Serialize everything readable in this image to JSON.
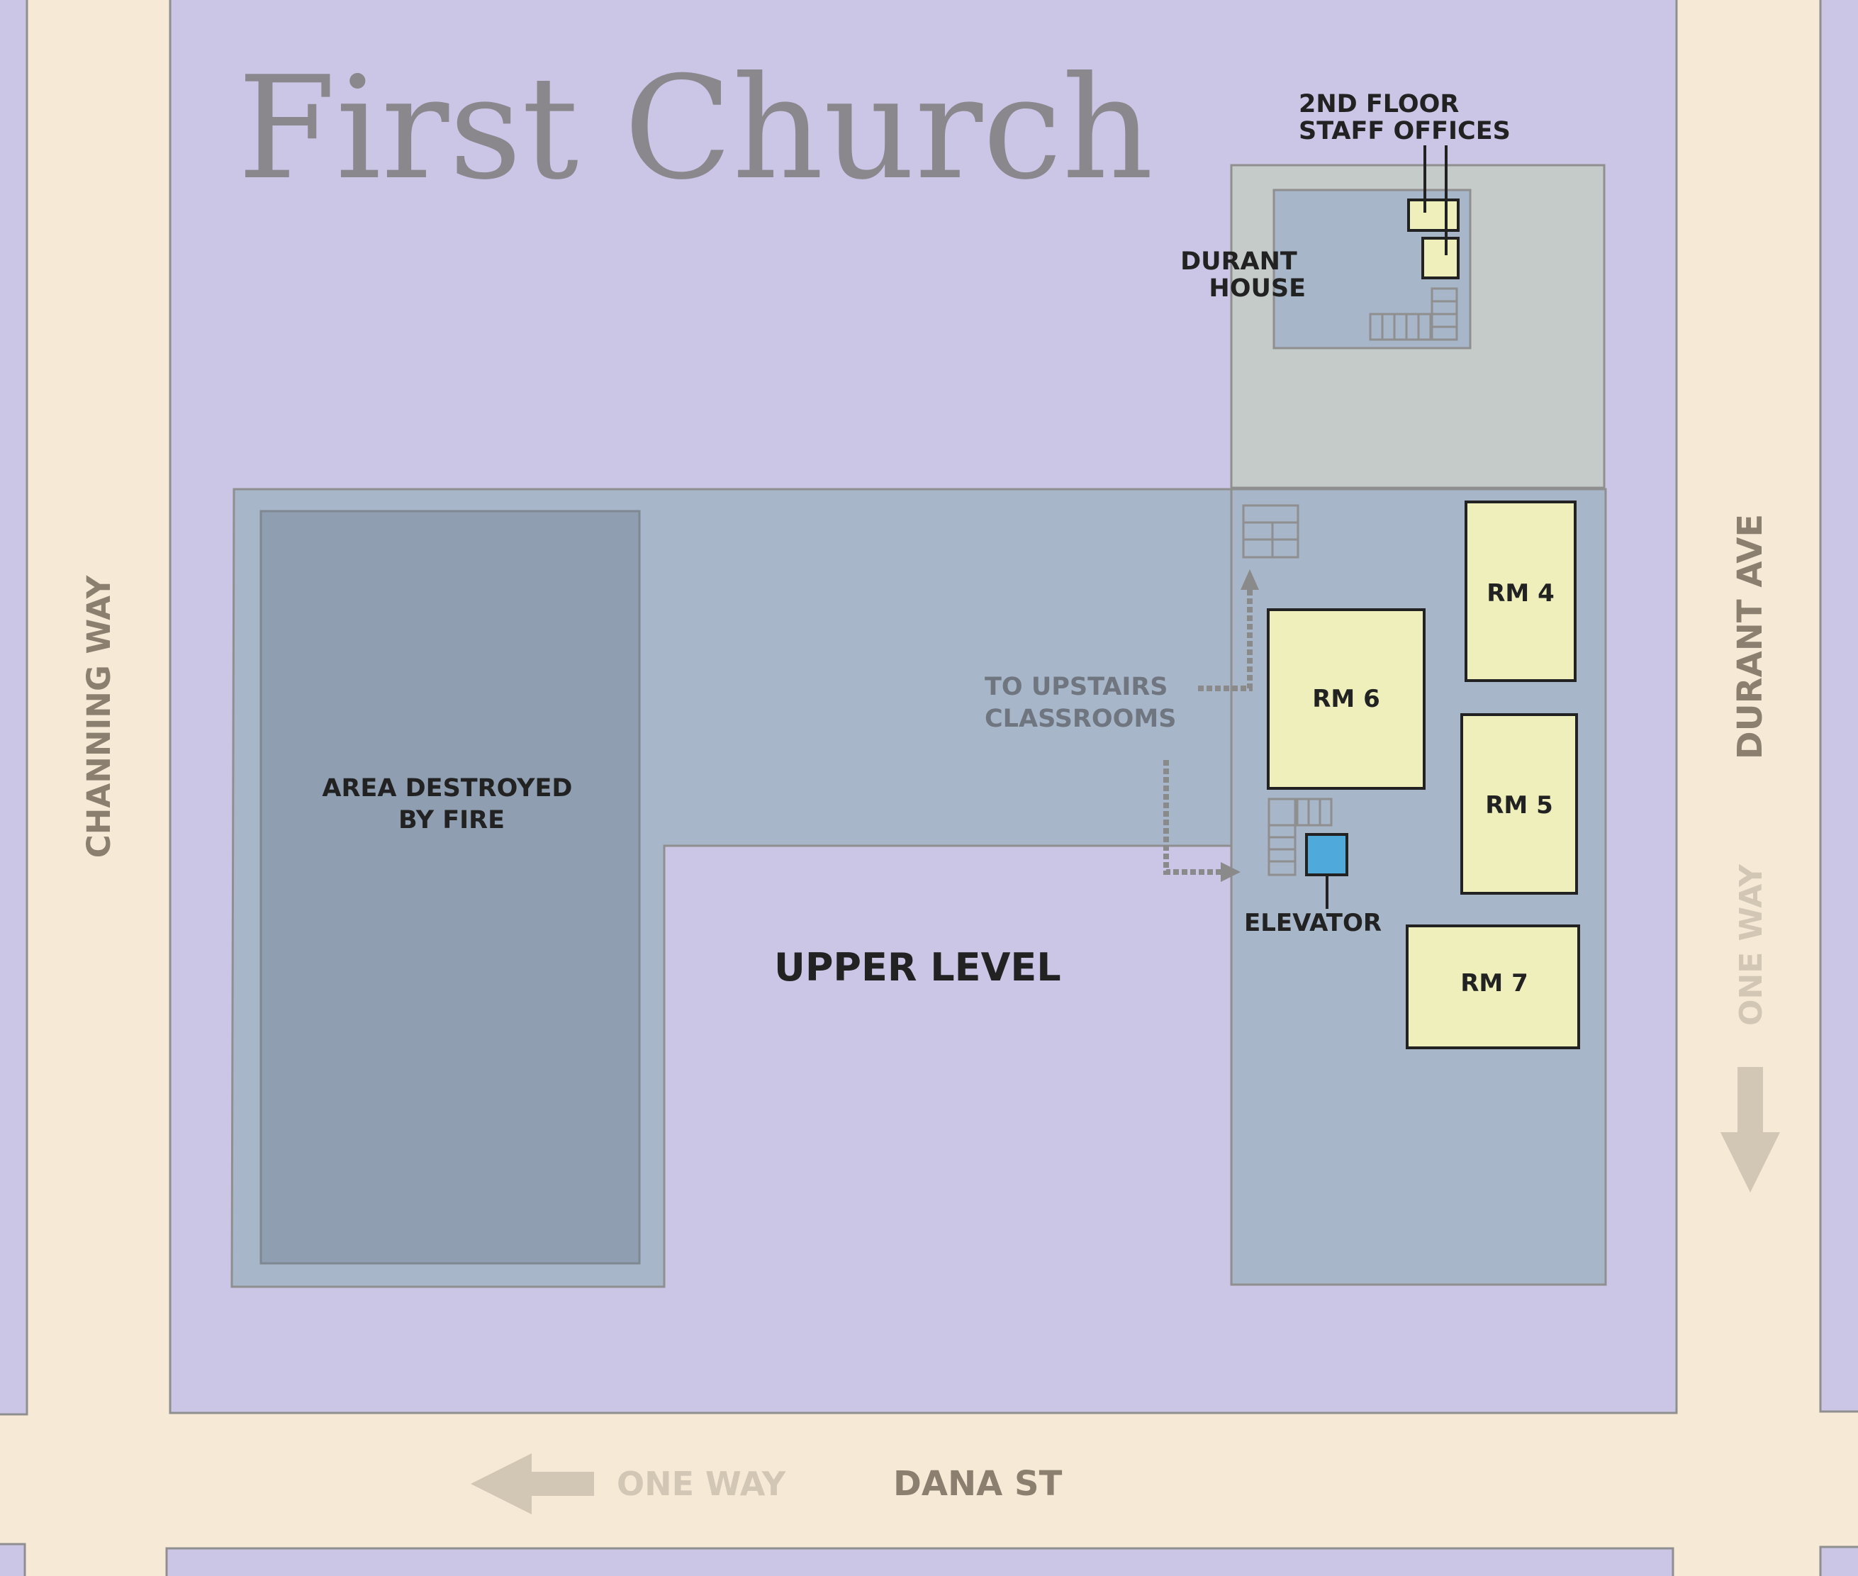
{
  "title": "First Church",
  "level": "UPPER LEVEL",
  "streets": {
    "channing": "CHANNING WAY",
    "durant": "DURANT AVE",
    "dana": "DANA ST",
    "one_way": "ONE WAY"
  },
  "labels": {
    "staff_offices_line1": "2ND FLOOR",
    "staff_offices_line2": "STAFF OFFICES",
    "durant_house_line1": "DURANT",
    "durant_house_line2": "HOUSE",
    "fire_line1": "AREA DESTROYED",
    "fire_line2": "BY FIRE",
    "upstairs_line1": "TO UPSTAIRS",
    "upstairs_line2": "CLASSROOMS",
    "elevator": "ELEVATOR"
  },
  "rooms": {
    "rm4": "RM 4",
    "rm5": "RM 5",
    "rm6": "RM 6",
    "rm7": "RM 7"
  },
  "colors": {
    "block": "#cbc5e6",
    "street": "#f6ead6",
    "building": "#a8b6c9",
    "fire_area": "#8f9eb0",
    "durant_lot": "#c4cbc9",
    "room": "#eeefbb",
    "elevator": "#4faadb",
    "title_gray": "#8a878d",
    "street_label": "#8b7f70",
    "one_way_label": "#d2c6b4",
    "dark_text": "#222222"
  }
}
